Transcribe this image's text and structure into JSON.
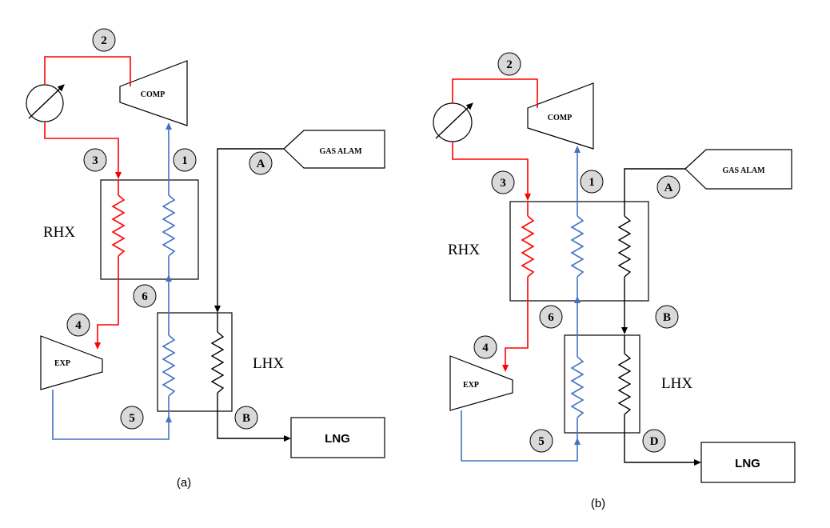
{
  "colors": {
    "hot_stream": "#ff0000",
    "cold_stream": "#4472c4",
    "gas_stream": "#000000",
    "node_fill": "#d9d9d9"
  },
  "diagram_a": {
    "caption": "(a)",
    "equipment": {
      "compressor": "COMP",
      "expander": "EXP",
      "recuperator": "RHX",
      "liquefaction_hx": "LHX",
      "feed": "GAS ALAM",
      "product": "LNG"
    },
    "nodes": [
      "1",
      "2",
      "3",
      "4",
      "5",
      "6",
      "A",
      "B"
    ]
  },
  "diagram_b": {
    "caption": "(b)",
    "equipment": {
      "compressor": "COMP",
      "expander": "EXP",
      "recuperator": "RHX",
      "liquefaction_hx": "LHX",
      "feed": "GAS ALAM",
      "product": "LNG"
    },
    "nodes": [
      "1",
      "2",
      "3",
      "4",
      "5",
      "6",
      "A",
      "B",
      "D"
    ]
  }
}
